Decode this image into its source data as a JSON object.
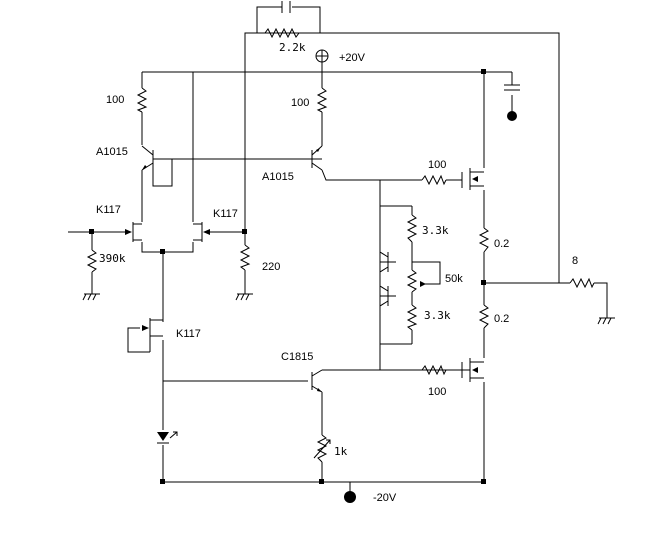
{
  "supply": {
    "positive": "+20V",
    "negative": "-20V"
  },
  "labels": {
    "r_fb": "2.2k",
    "r_in_top": "100",
    "q_left": "A1015",
    "jfet_in": "K117",
    "r_gate": "390k",
    "jfet_right": "K117",
    "r_220": "220",
    "jfet_cs": "K117",
    "r_mid_top": "100",
    "q_mid": "A1015",
    "r_gate_top": "100",
    "r_33k_top": "3.3k",
    "pot_50k": "50k",
    "r_33k_bot": "3.3k",
    "r_src_top": "0.2",
    "r_src_bot": "0.2",
    "r_load": "8",
    "q_vas": "C1815",
    "r_gate_bot": "100",
    "pot_1k": "1k"
  }
}
